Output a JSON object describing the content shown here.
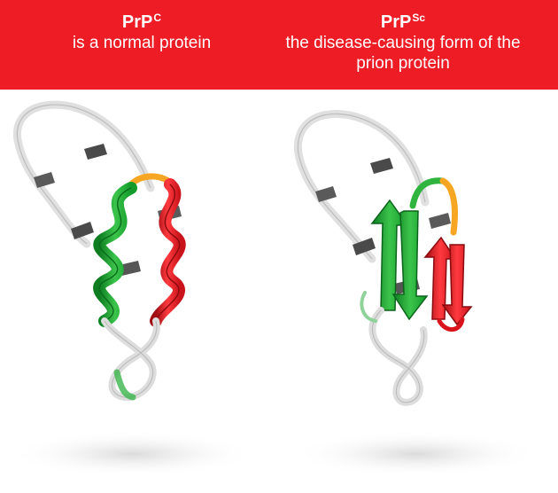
{
  "left": {
    "title": "PrP",
    "superscript": "C",
    "description": "is a normal protein"
  },
  "right": {
    "title": "PrP",
    "superscript": "Sc",
    "description_line1": "the disease-causing form of the",
    "description_line2": "prion protein"
  },
  "colors": {
    "banner": "#ee1c24",
    "helix_green": "#1bab33",
    "helix_red": "#e31e24",
    "sheet_green": "#27a838",
    "sheet_red": "#d9141c",
    "linker_orange": "#f6a623",
    "backbone": "#e2e2e2",
    "backbone_dark": "#555555"
  }
}
